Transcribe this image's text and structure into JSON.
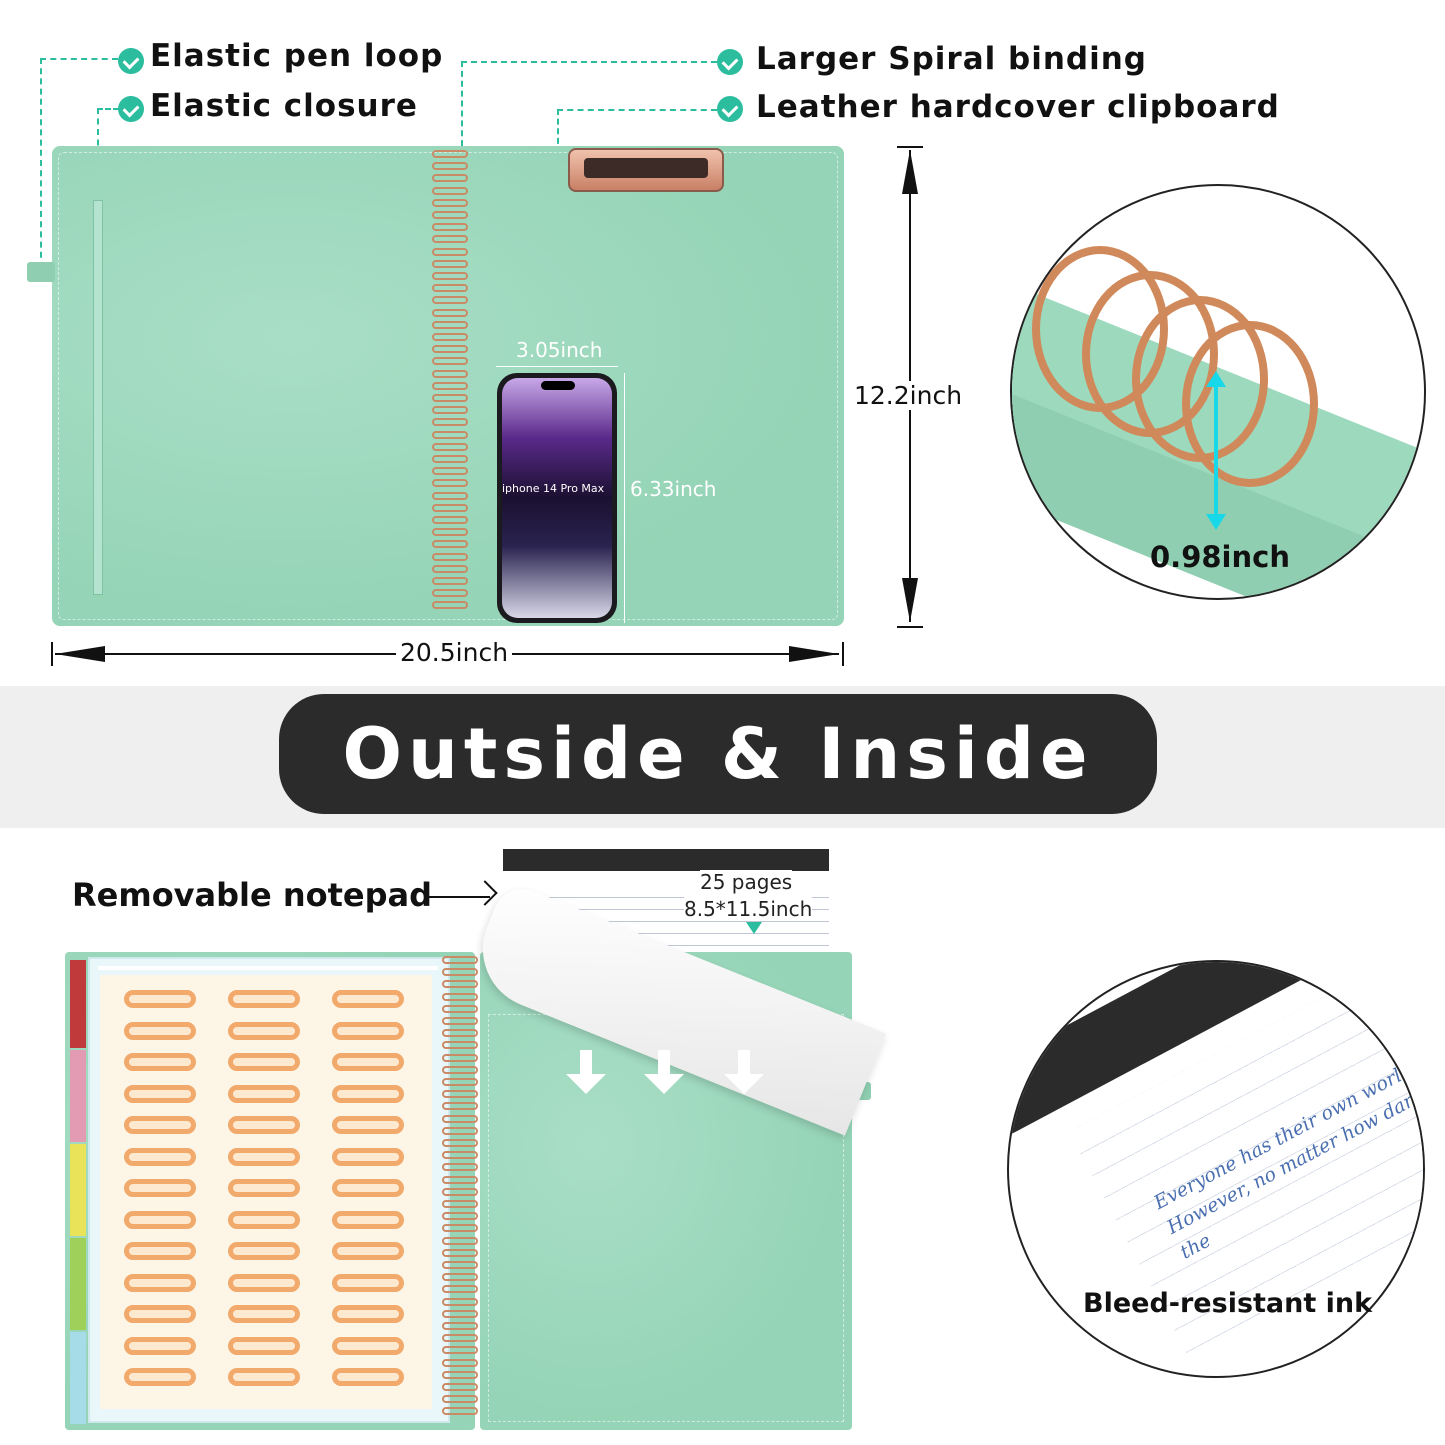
{
  "callouts": {
    "pen_loop": "Elastic pen loop",
    "closure": "Elastic closure",
    "spiral": "Larger Spiral binding",
    "clipboard": "Leather hardcover clipboard"
  },
  "dimensions": {
    "phone_width": "3.05inch",
    "phone_height": "6.33inch",
    "phone_label": "iphone 14 Pro Max",
    "height": "12.2inch",
    "width": "20.5inch",
    "ring_size": "0.98inch"
  },
  "banner": {
    "title": "Outside & Inside"
  },
  "notepad": {
    "label": "Removable notepad",
    "pages": "25 pages",
    "size": "8.5*11.5inch"
  },
  "ink": {
    "label": "Bleed-resistant ink",
    "handwriting": "Everyone has their own world However, no matter how dark is the"
  },
  "colors": {
    "cover": "#9cd9bd",
    "accent": "#2bbd9e",
    "banner": "#2b2b2b",
    "tabs": [
      "#c0393b",
      "#e39bb4",
      "#e9e35a",
      "#9fd15a",
      "#a6dbe8"
    ]
  }
}
